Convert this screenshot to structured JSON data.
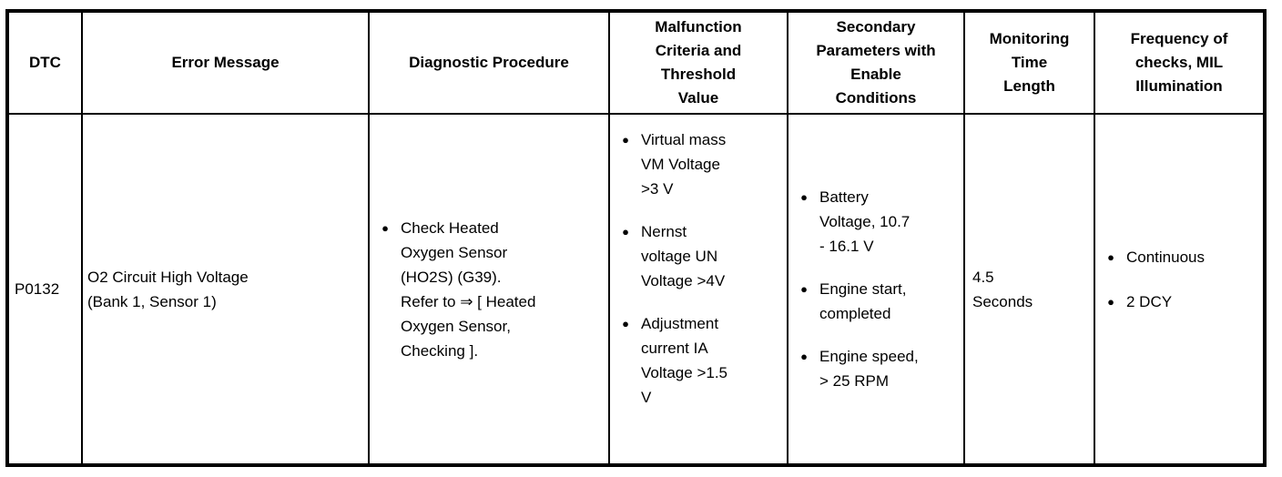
{
  "table": {
    "headers": {
      "dtc": "DTC",
      "error_message": "Error Message",
      "diagnostic_procedure": "Diagnostic Procedure",
      "malfunction_criteria": "Malfunction\nCriteria and\nThreshold\nValue",
      "secondary_parameters": "Secondary\nParameters with\nEnable\nConditions",
      "monitoring_time": "Monitoring\nTime\nLength",
      "frequency": "Frequency of\nchecks, MIL\nIllumination"
    },
    "row": {
      "dtc": "P0132",
      "error_message": "O2 Circuit High Voltage\n(Bank 1, Sensor 1)",
      "diagnostic_procedure": [
        "Check Heated\nOxygen Sensor\n(HO2S) (G39).\nRefer to ⇒ [ Heated\nOxygen Sensor,\nChecking ]."
      ],
      "malfunction_criteria": [
        "Virtual mass\nVM Voltage\n>3 V",
        "Nernst\nvoltage UN\nVoltage >4V",
        "Adjustment\ncurrent IA\nVoltage >1.5\nV"
      ],
      "secondary_parameters": [
        "Battery\nVoltage, 10.7\n- 16.1 V",
        "Engine start,\ncompleted",
        "Engine speed,\n> 25 RPM"
      ],
      "monitoring_time": "4.5\nSeconds",
      "frequency": [
        "Continuous",
        "2 DCY"
      ]
    }
  },
  "icons": {
    "bullet": "●"
  },
  "colors": {
    "border": "#000000",
    "text": "#000000",
    "background": "#ffffff"
  }
}
